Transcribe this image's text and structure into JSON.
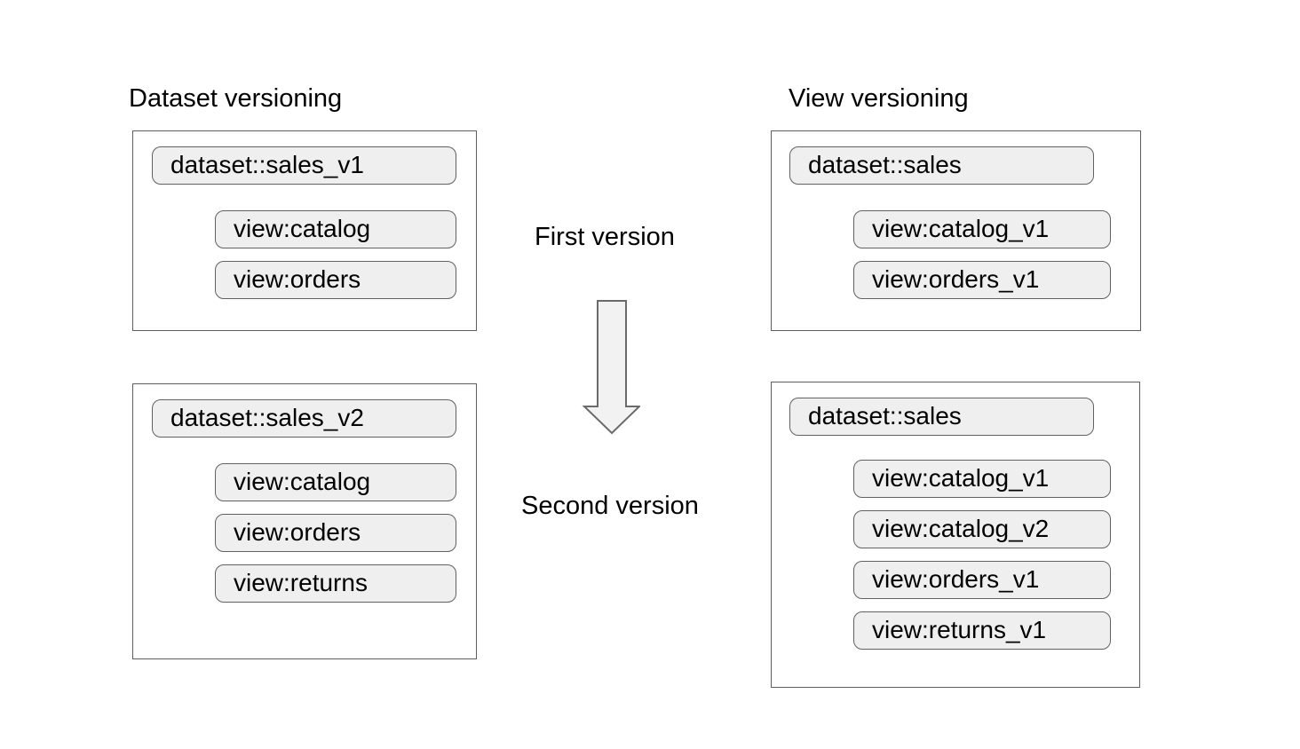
{
  "diagram": {
    "left_column": {
      "title": "Dataset versioning",
      "boxes": [
        {
          "dataset": "dataset::sales_v1",
          "views": [
            "view:catalog",
            "view:orders"
          ]
        },
        {
          "dataset": "dataset::sales_v2",
          "views": [
            "view:catalog",
            "view:orders",
            "view:returns"
          ]
        }
      ]
    },
    "right_column": {
      "title": "View versioning",
      "boxes": [
        {
          "dataset": "dataset::sales",
          "views": [
            "view:catalog_v1",
            "view:orders_v1"
          ]
        },
        {
          "dataset": "dataset::sales",
          "views": [
            "view:catalog_v1",
            "view:catalog_v2",
            "view:orders_v1",
            "view:returns_v1"
          ]
        }
      ]
    },
    "middle": {
      "first_label": "First version",
      "second_label": "Second version",
      "arrow_icon": "down-arrow"
    },
    "colors": {
      "pill_fill": "#efefef",
      "pill_border": "#616161",
      "box_border": "#5f5f5f",
      "arrow_fill": "#f2f2f2",
      "arrow_border": "#6b6b6b",
      "text": "#000000",
      "background": "#ffffff"
    }
  }
}
